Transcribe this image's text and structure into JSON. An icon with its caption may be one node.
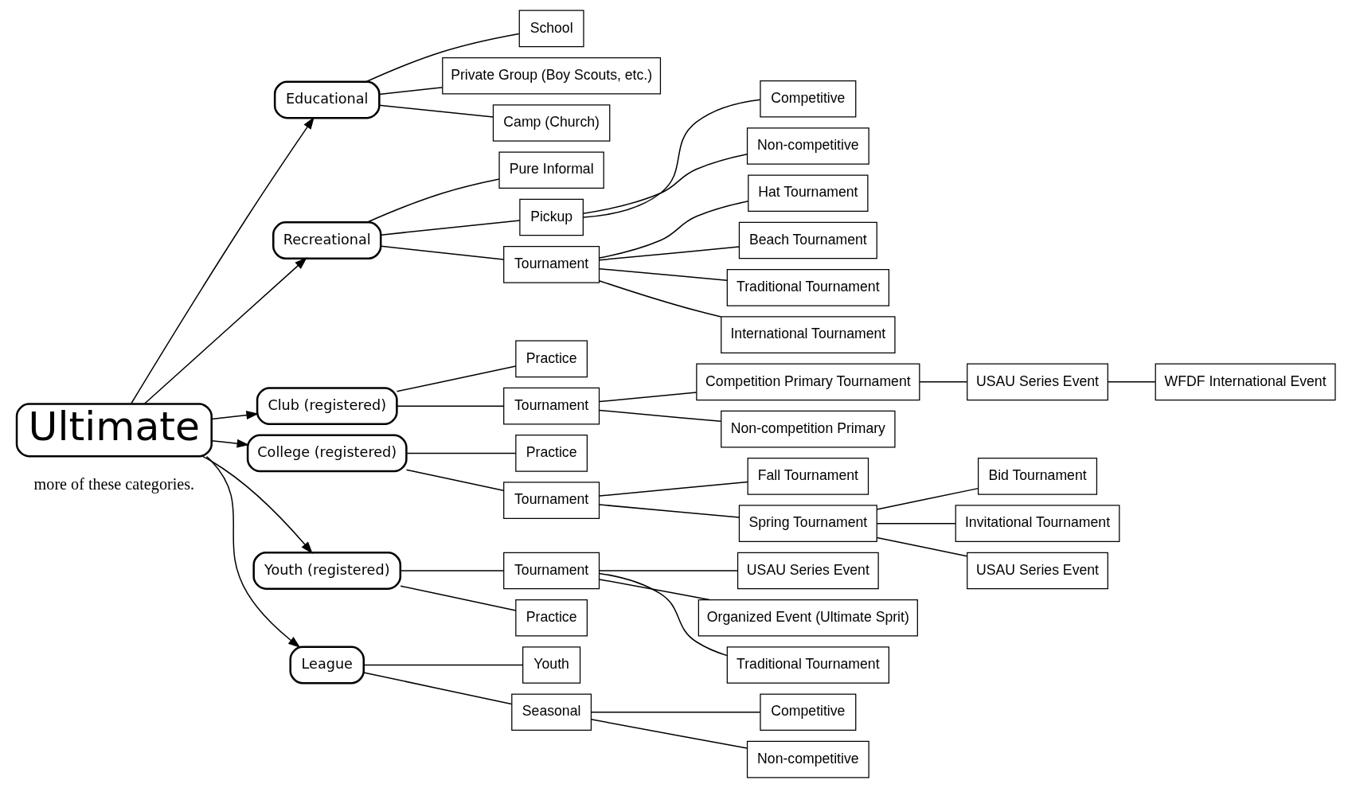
{
  "diagram": {
    "nodes": [
      {
        "text": [
          "Ultimate"
        ]
      },
      {
        "text": [
          "Educational"
        ]
      },
      {
        "text": [
          "School"
        ]
      },
      {
        "text": [
          "Private Group (Boy Scouts, etc.)"
        ]
      },
      {
        "text": [
          "Camp (Church)"
        ]
      },
      {
        "text": [
          "Recreational"
        ]
      },
      {
        "text": [
          "Pure Informal"
        ]
      },
      {
        "text": [
          "Pickup"
        ]
      },
      {
        "text": [
          "Competitive"
        ]
      },
      {
        "text": [
          "Non-competitive"
        ]
      },
      {
        "text": [
          "Tournament"
        ]
      },
      {
        "text": [
          "Hat Tournament"
        ]
      },
      {
        "text": [
          "Beach Tournament"
        ]
      },
      {
        "text": [
          "Traditional Tournament"
        ]
      },
      {
        "text": [
          "International Tournament"
        ]
      },
      {
        "text": [
          "Club (registered)"
        ]
      },
      {
        "text": [
          "Practice"
        ]
      },
      {
        "text": [
          "Tournament"
        ]
      },
      {
        "text": [
          "Competition Primary Tournament"
        ]
      },
      {
        "text": [
          "USAU Series Event"
        ]
      },
      {
        "text": [
          "WFDF International Event"
        ]
      },
      {
        "text": [
          "Non-competition Primary"
        ]
      },
      {
        "text": [
          "College (registered)"
        ]
      },
      {
        "text": [
          "Practice"
        ]
      },
      {
        "text": [
          "Tournament"
        ]
      },
      {
        "text": [
          "Fall Tournament"
        ]
      },
      {
        "text": [
          "Spring Tournament"
        ]
      },
      {
        "text": [
          "Bid Tournament"
        ]
      },
      {
        "text": [
          "Invitational Tournament"
        ]
      },
      {
        "text": [
          "USAU Series Event"
        ]
      },
      {
        "text": [
          "Youth (registered)"
        ]
      },
      {
        "text": [
          "Tournament"
        ]
      },
      {
        "text": [
          "Practice"
        ]
      },
      {
        "text": [
          "USAU Series Event"
        ]
      },
      {
        "text": [
          "Organized Event (Ultimate Sprit)"
        ]
      },
      {
        "text": [
          "Traditional Tournament"
        ]
      },
      {
        "text": [
          "League"
        ]
      },
      {
        "text": [
          "Youth"
        ]
      },
      {
        "text": [
          "Seasonal"
        ]
      },
      {
        "text": [
          "Competitive"
        ]
      },
      {
        "text": [
          "Non-competitive"
        ]
      }
    ],
    "edges": [
      {
        "from": 0,
        "to": 1,
        "arrow": "to"
      },
      {
        "from": 0,
        "to": 5,
        "arrow": "to"
      },
      {
        "from": 0,
        "to": 15,
        "arrow": "to"
      },
      {
        "from": 0,
        "to": 22,
        "arrow": "to"
      },
      {
        "from": 0,
        "to": 30,
        "arrow": "to"
      },
      {
        "from": 0,
        "to": 36,
        "arrow": "to"
      },
      {
        "from": 1,
        "to": 2,
        "arrow": "none"
      },
      {
        "from": 1,
        "to": 3,
        "arrow": "none"
      },
      {
        "from": 1,
        "to": 4,
        "arrow": "none"
      },
      {
        "from": 5,
        "to": 6,
        "arrow": "none"
      },
      {
        "from": 5,
        "to": 7,
        "arrow": "none"
      },
      {
        "from": 5,
        "to": 10,
        "arrow": "none"
      },
      {
        "from": 7,
        "to": 8,
        "arrow": "none"
      },
      {
        "from": 7,
        "to": 9,
        "arrow": "none"
      },
      {
        "from": 10,
        "to": 11,
        "arrow": "none"
      },
      {
        "from": 10,
        "to": 12,
        "arrow": "none"
      },
      {
        "from": 10,
        "to": 13,
        "arrow": "none"
      },
      {
        "from": 10,
        "to": 14,
        "arrow": "none"
      },
      {
        "from": 15,
        "to": 16,
        "arrow": "none"
      },
      {
        "from": 15,
        "to": 17,
        "arrow": "none"
      },
      {
        "from": 17,
        "to": 18,
        "arrow": "none"
      },
      {
        "from": 17,
        "to": 21,
        "arrow": "none"
      },
      {
        "from": 18,
        "to": 19,
        "arrow": "none"
      },
      {
        "from": 19,
        "to": 20,
        "arrow": "none"
      },
      {
        "from": 22,
        "to": 23,
        "arrow": "none"
      },
      {
        "from": 22,
        "to": 24,
        "arrow": "none"
      },
      {
        "from": 24,
        "to": 25,
        "arrow": "none"
      },
      {
        "from": 24,
        "to": 26,
        "arrow": "none"
      },
      {
        "from": 26,
        "to": 27,
        "arrow": "none"
      },
      {
        "from": 26,
        "to": 28,
        "arrow": "none"
      },
      {
        "from": 26,
        "to": 29,
        "arrow": "none"
      },
      {
        "from": 30,
        "to": 31,
        "arrow": "none"
      },
      {
        "from": 30,
        "to": 32,
        "arrow": "none"
      },
      {
        "from": 31,
        "to": 33,
        "arrow": "none"
      },
      {
        "from": 31,
        "to": 34,
        "arrow": "none"
      },
      {
        "from": 31,
        "to": 35,
        "arrow": "none"
      },
      {
        "from": 36,
        "to": 37,
        "arrow": "none"
      },
      {
        "from": 36,
        "to": 38,
        "arrow": "none"
      },
      {
        "from": 38,
        "to": 39,
        "arrow": "none"
      },
      {
        "from": 38,
        "to": 40,
        "arrow": "none"
      }
    ],
    "labels": [
      "more of these categories."
    ]
  }
}
